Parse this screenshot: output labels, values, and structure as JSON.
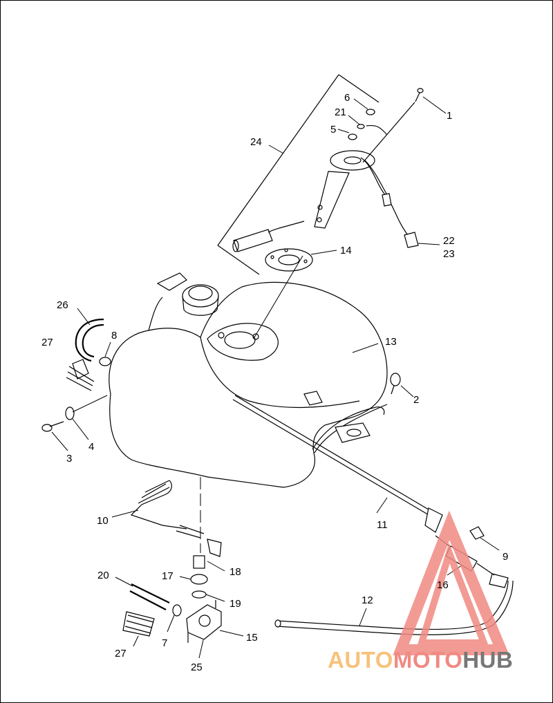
{
  "diagram": {
    "callouts": [
      {
        "id": "c1",
        "label": "1"
      },
      {
        "id": "c2",
        "label": "2"
      },
      {
        "id": "c3",
        "label": "3"
      },
      {
        "id": "c4",
        "label": "4"
      },
      {
        "id": "c5",
        "label": "5"
      },
      {
        "id": "c6",
        "label": "6"
      },
      {
        "id": "c7",
        "label": "7"
      },
      {
        "id": "c8",
        "label": "8"
      },
      {
        "id": "c9",
        "label": "9"
      },
      {
        "id": "c10",
        "label": "10"
      },
      {
        "id": "c11",
        "label": "11"
      },
      {
        "id": "c12",
        "label": "12"
      },
      {
        "id": "c13",
        "label": "13"
      },
      {
        "id": "c14",
        "label": "14"
      },
      {
        "id": "c15",
        "label": "15"
      },
      {
        "id": "c16",
        "label": "16"
      },
      {
        "id": "c17",
        "label": "17"
      },
      {
        "id": "c18",
        "label": "18"
      },
      {
        "id": "c19",
        "label": "19"
      },
      {
        "id": "c20",
        "label": "20"
      },
      {
        "id": "c21",
        "label": "21"
      },
      {
        "id": "c22",
        "label": "22"
      },
      {
        "id": "c23",
        "label": "23"
      },
      {
        "id": "c24",
        "label": "24"
      },
      {
        "id": "c25",
        "label": "25"
      },
      {
        "id": "c26",
        "label": "26"
      },
      {
        "id": "c27a",
        "label": "27"
      },
      {
        "id": "c27b",
        "label": "27"
      }
    ]
  },
  "watermark": {
    "part1": "AUTO",
    "part2": "MOTO",
    "part3": "HUB",
    "colors": {
      "triangle": "#f08a82",
      "auto": "#f7c27b",
      "moto": "#f08a82",
      "hub": "#777777"
    }
  }
}
